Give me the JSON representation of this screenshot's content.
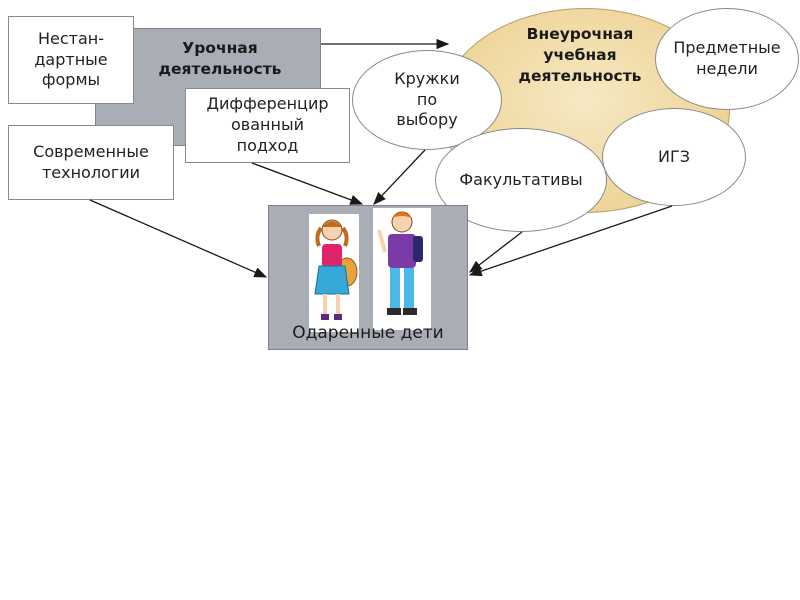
{
  "lesson_activity": {
    "label": "Урочная\nдеятельность"
  },
  "extracurricular": {
    "label": "Внеурочная\nучебная\nдеятельность"
  },
  "nonstandard_forms": {
    "label": "Нестан-\nдартные\nформы"
  },
  "differentiated": {
    "label": "Дифференцир\nованный\nподход"
  },
  "modern_tech": {
    "label": "Современные\nтехнологии"
  },
  "clubs": {
    "label": "Кружки\nпо\nвыбору"
  },
  "subject_weeks": {
    "label": "Предметные\nнедели"
  },
  "electives": {
    "label": "Факультативы"
  },
  "igz": {
    "label": "ИГЗ"
  },
  "gifted": {
    "label": "Одаренные дети"
  },
  "colors": {
    "panel_gray": "#a8adb6",
    "ellipse_fill": "#f3dfae",
    "arrow": "#1a1a1a"
  }
}
